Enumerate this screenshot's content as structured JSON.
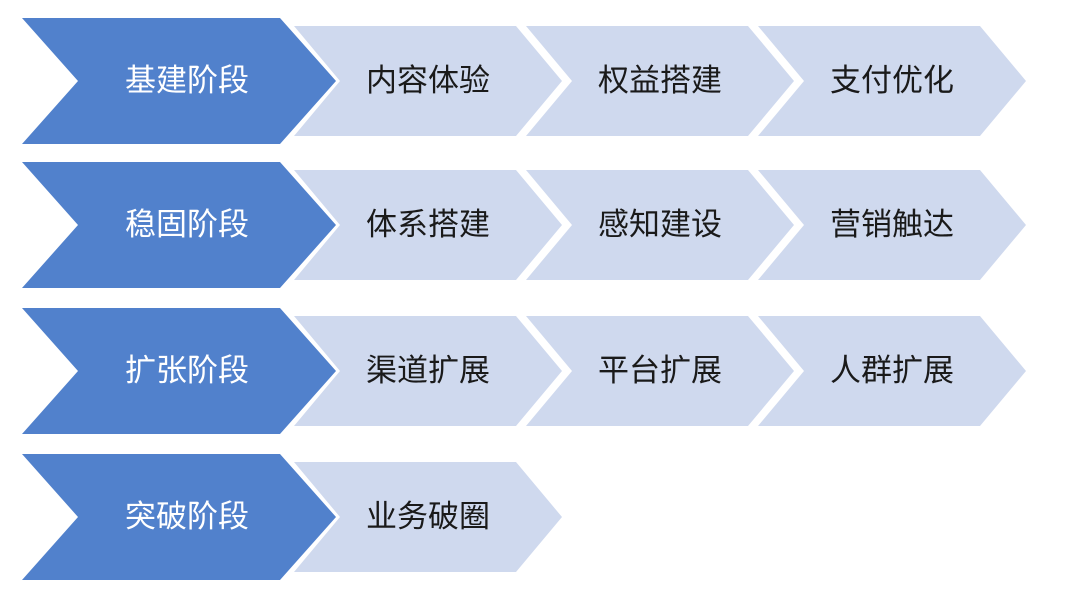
{
  "colors": {
    "stage_fill": "#5181cc",
    "stage_text": "#ffffff",
    "step_fill": "#cfd9ee",
    "step_text": "#1a1a1a",
    "background": "#ffffff"
  },
  "rows": [
    {
      "stage": "基建阶段",
      "steps": [
        "内容体验",
        "权益搭建",
        "支付优化"
      ]
    },
    {
      "stage": "稳固阶段",
      "steps": [
        "体系搭建",
        "感知建设",
        "营销触达"
      ]
    },
    {
      "stage": "扩张阶段",
      "steps": [
        "渠道扩展",
        "平台扩展",
        "人群扩展"
      ]
    },
    {
      "stage": "突破阶段",
      "steps": [
        "业务破圈"
      ]
    }
  ]
}
